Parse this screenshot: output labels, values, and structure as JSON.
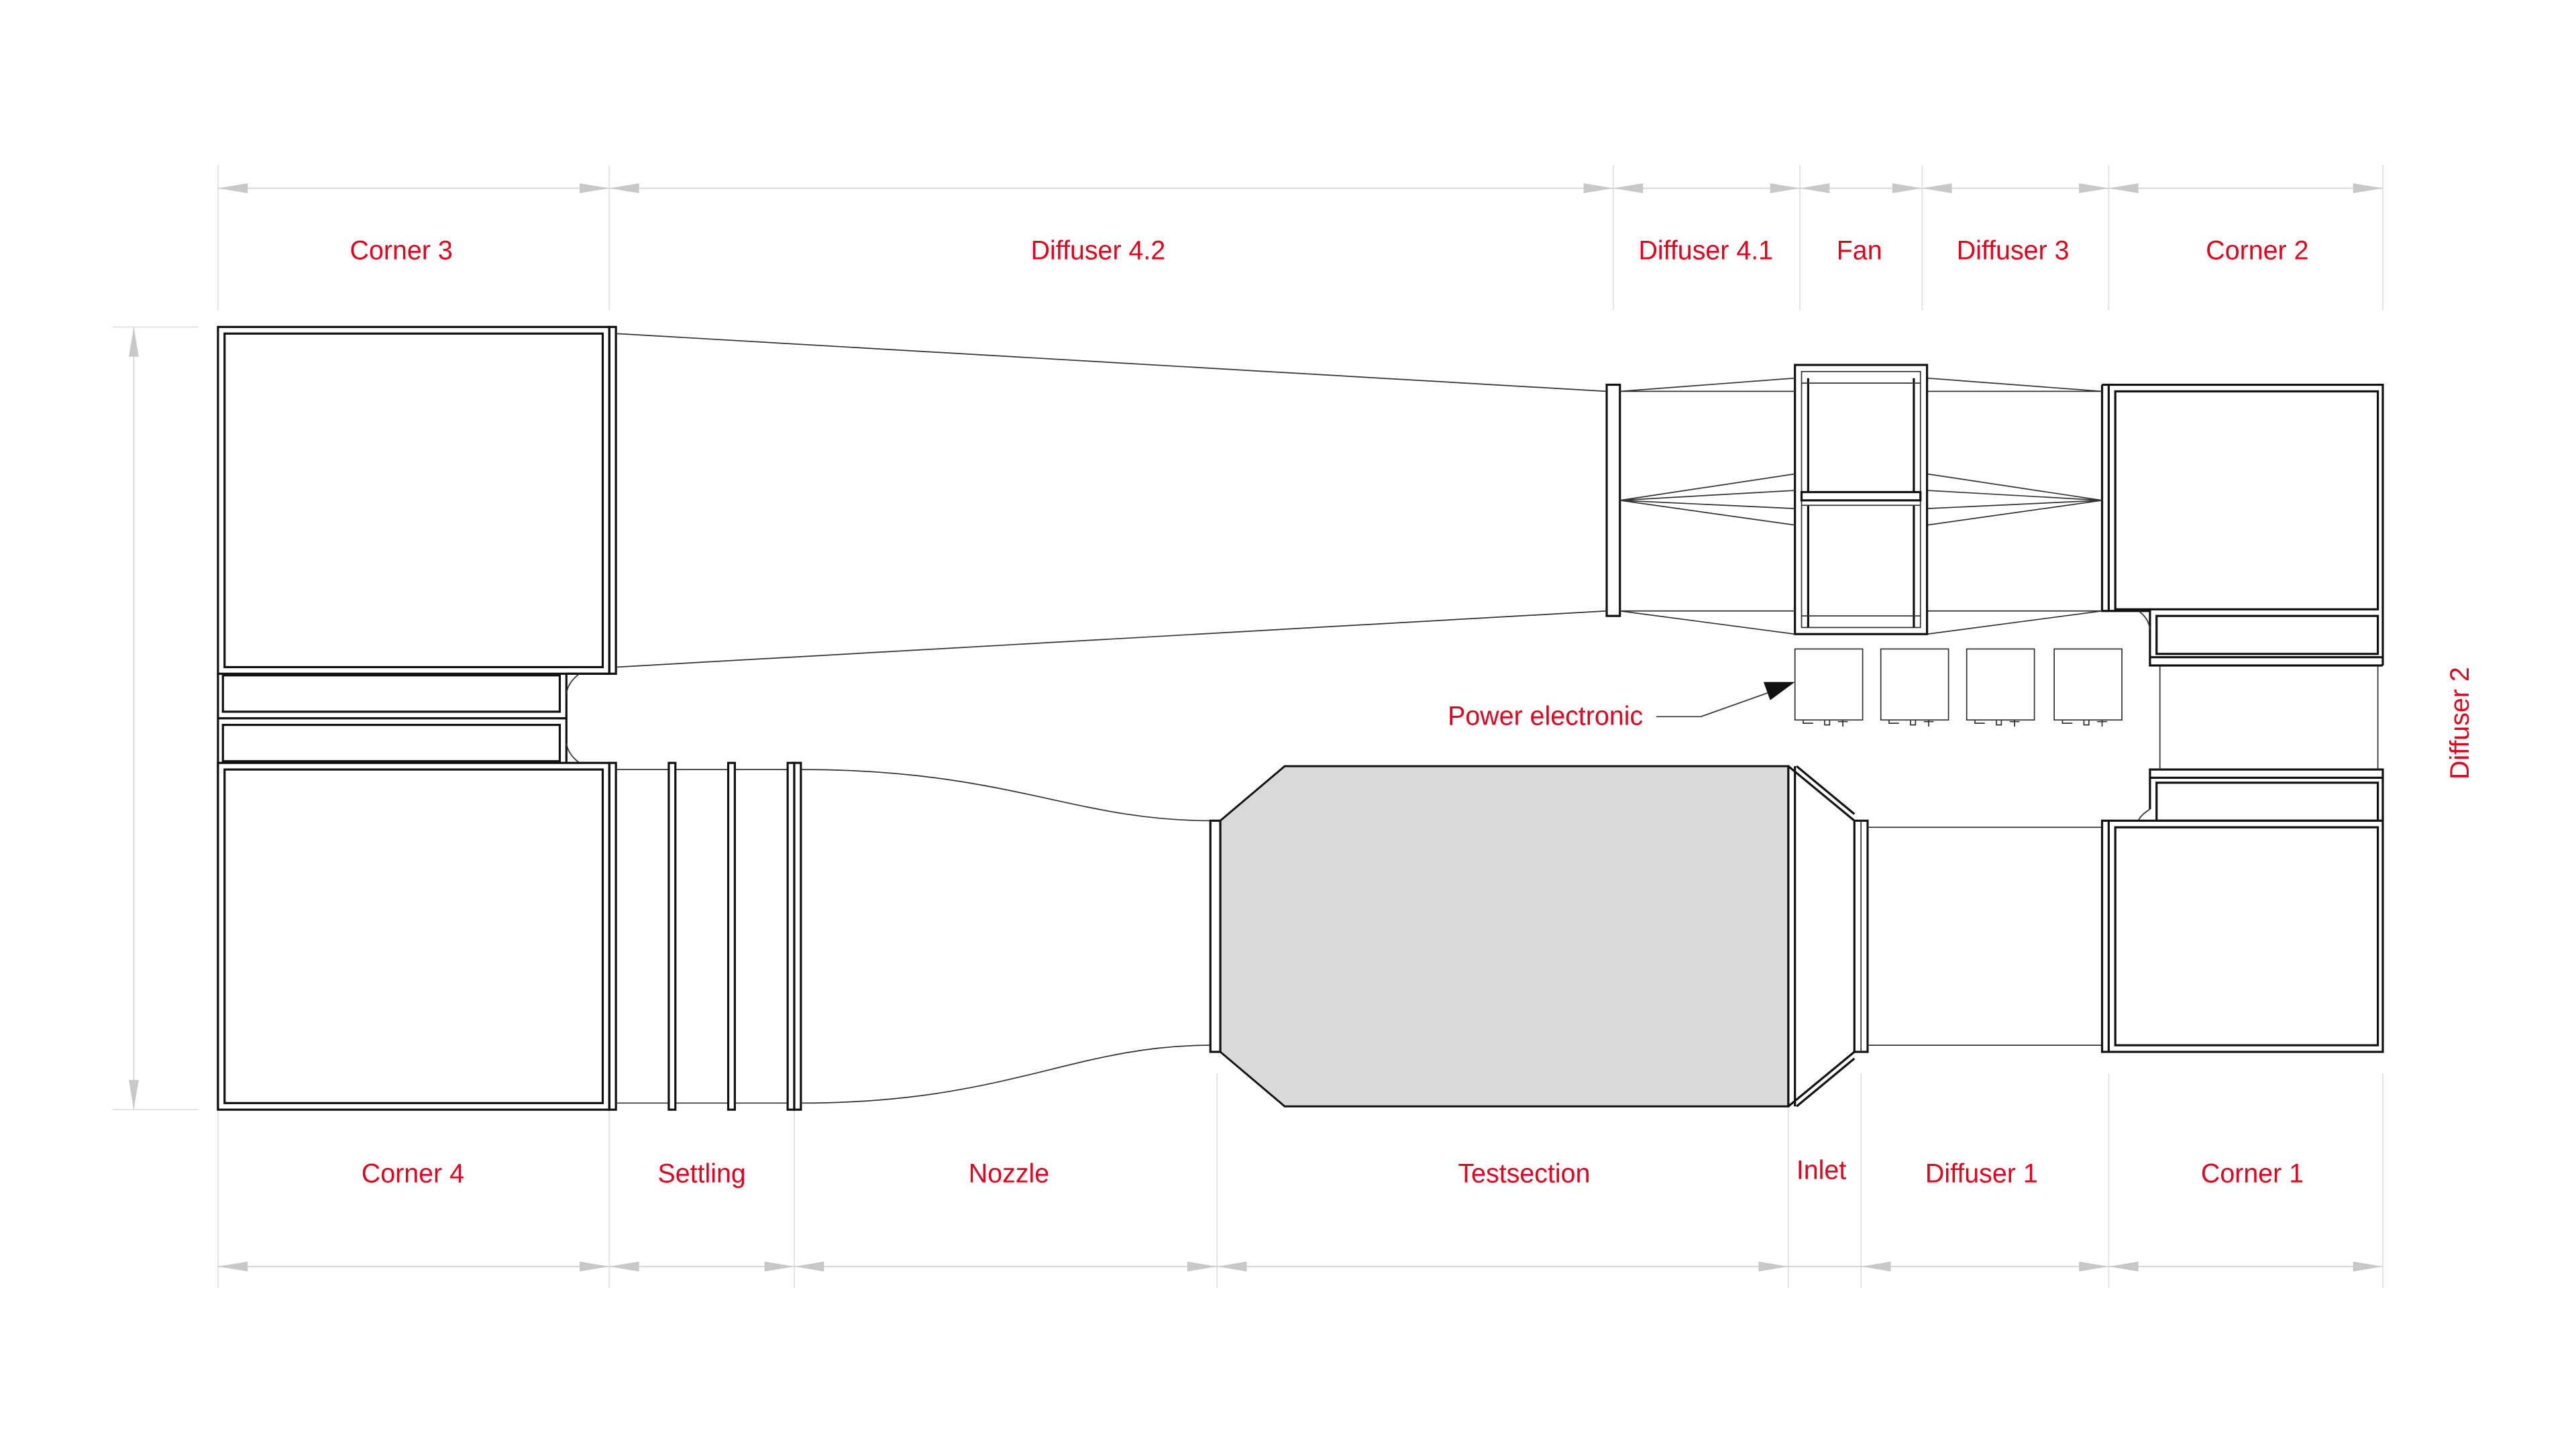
{
  "title": "Wind tunnel layout",
  "colors": {
    "label": "#e2001a",
    "testsection_fill": "#d9d9d9",
    "line": "#111111"
  },
  "labels_top": {
    "corner3": "Corner 3",
    "diffuser42": "Diffuser 4.2",
    "diffuser41": "Diffuser 4.1",
    "fan": "Fan",
    "diffuser3": "Diffuser 3",
    "corner2": "Corner 2"
  },
  "labels_bottom": {
    "corner4": "Corner 4",
    "settling": "Settling",
    "nozzle": "Nozzle",
    "testsection": "Testsection",
    "inlet": "Inlet",
    "diffuser1": "Diffuser 1",
    "corner1": "Corner 1"
  },
  "labels_side": {
    "diffuser2": "Diffuser 2"
  },
  "callouts": {
    "power_electronic": "Power electronic"
  }
}
